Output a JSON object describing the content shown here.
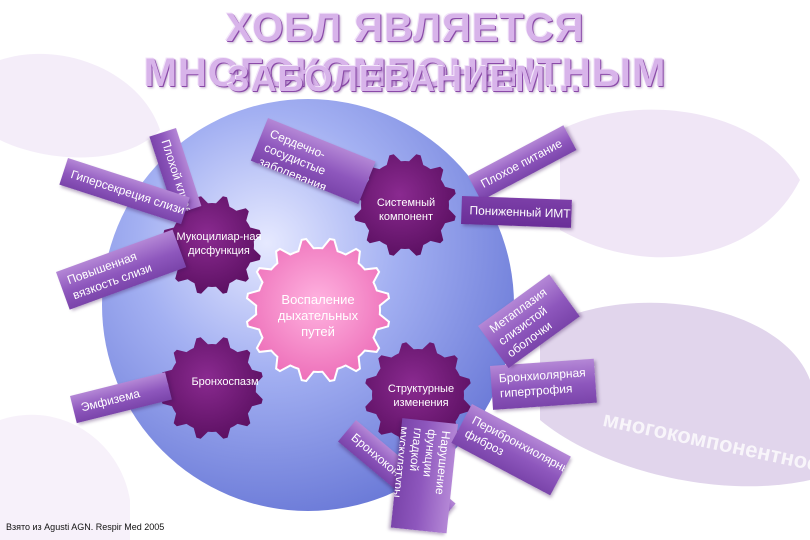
{
  "title": {
    "line1": "ХОБЛ ЯВЛЯЕТСЯ МНОГОКОМПОНЕНТНЫМ",
    "line2": "ЗАБОЛЕВАНИЕМ…"
  },
  "hub": {
    "label_lines": [
      "Воспаление",
      "дыхательных",
      "путей"
    ]
  },
  "gears": {
    "systemic": [
      "Системный",
      "компонент"
    ],
    "mucociliary": [
      "Мукоцилиар-ная",
      "дисфункция"
    ],
    "bronchospasm": [
      "Бронхоспазм"
    ],
    "structural": [
      "Структурные",
      "изменения"
    ]
  },
  "strips": {
    "poor_clearance": "Плохой клиренс",
    "cardio": "Сердечно-сосудистые заболевания",
    "poor_nutrition": "Плохое питание",
    "low_bmi": "Пониженный ИМТ",
    "mucus_hypersecretion": "Гиперсекреция слизи",
    "mucus_viscosity": "Повышенная вязкость слизи",
    "emphysema": "Эмфизема",
    "bronchoconstriction": "Бронхоконстрикция",
    "smooth_muscle": "Нарушение функции гладкой мускулатуры",
    "peribronchiolar_fibrosis": "Перибронхиолярный фиброз",
    "bronchiolar_hypertrophy": "Бронхиолярная гипертрофия",
    "mucosal_metaplasia": "Метаплазия слизистой оболочки"
  },
  "watermark": "многокомпонентное",
  "credit": "Взято из Agusti AGN. Respir Med 2005",
  "colors": {
    "circle": "#7e8fe6",
    "hub": "#f07fc0",
    "gear": "#6b1470",
    "strip": "#8e57bd",
    "title": "#d8b4ea"
  }
}
